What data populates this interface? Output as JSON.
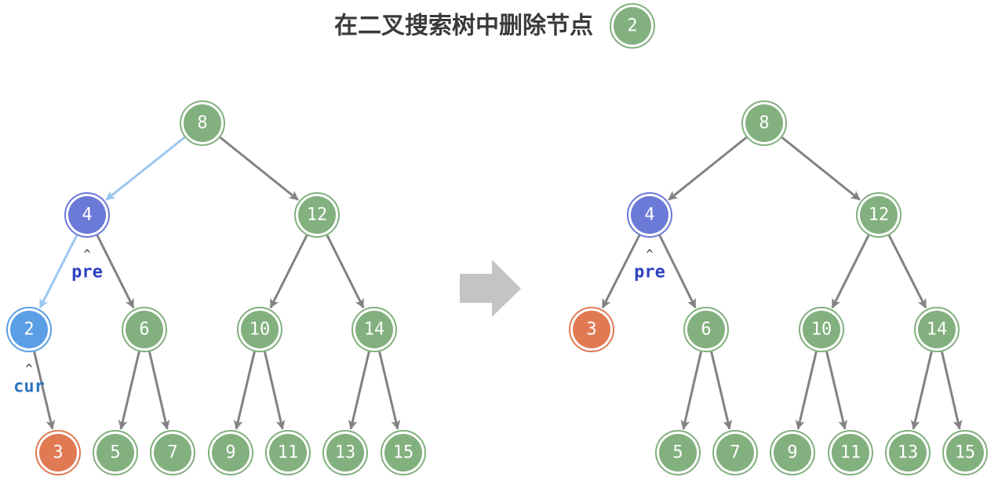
{
  "title": {
    "text": "在二叉搜索树中删除节点",
    "node_value": "2"
  },
  "colors": {
    "node": "#82b07e",
    "node_ring": "#82b07e",
    "pre": "#6b79d7",
    "cur": "#5a9ee6",
    "target": "#e07a53",
    "edge": "#828282",
    "path_edge": "#9cc7f0",
    "pre_text": "#2f42c2",
    "cur_text": "#2b74bf",
    "arrow": "#c4c4c4"
  },
  "left_tree": {
    "nodes": [
      {
        "id": "8",
        "label": "8",
        "kind": "normal"
      },
      {
        "id": "4",
        "label": "4",
        "kind": "pre"
      },
      {
        "id": "12",
        "label": "12",
        "kind": "normal"
      },
      {
        "id": "2",
        "label": "2",
        "kind": "cur"
      },
      {
        "id": "6",
        "label": "6",
        "kind": "normal"
      },
      {
        "id": "10",
        "label": "10",
        "kind": "normal"
      },
      {
        "id": "14",
        "label": "14",
        "kind": "normal"
      },
      {
        "id": "3",
        "label": "3",
        "kind": "target"
      },
      {
        "id": "5",
        "label": "5",
        "kind": "normal"
      },
      {
        "id": "7",
        "label": "7",
        "kind": "normal"
      },
      {
        "id": "9",
        "label": "9",
        "kind": "normal"
      },
      {
        "id": "11",
        "label": "11",
        "kind": "normal"
      },
      {
        "id": "13",
        "label": "13",
        "kind": "normal"
      },
      {
        "id": "15",
        "label": "15",
        "kind": "normal"
      }
    ],
    "edges": [
      {
        "from": "8",
        "to": "4",
        "style": "path"
      },
      {
        "from": "8",
        "to": "12",
        "style": "normal"
      },
      {
        "from": "4",
        "to": "2",
        "style": "path"
      },
      {
        "from": "4",
        "to": "6",
        "style": "normal"
      },
      {
        "from": "12",
        "to": "10",
        "style": "normal"
      },
      {
        "from": "12",
        "to": "14",
        "style": "normal"
      },
      {
        "from": "2",
        "to": "3",
        "style": "normal"
      },
      {
        "from": "6",
        "to": "5",
        "style": "normal"
      },
      {
        "from": "6",
        "to": "7",
        "style": "normal"
      },
      {
        "from": "10",
        "to": "9",
        "style": "normal"
      },
      {
        "from": "10",
        "to": "11",
        "style": "normal"
      },
      {
        "from": "14",
        "to": "13",
        "style": "normal"
      },
      {
        "from": "14",
        "to": "15",
        "style": "normal"
      }
    ],
    "pointers": [
      {
        "node": "4",
        "text": "pre",
        "kind": "pre"
      },
      {
        "node": "2",
        "text": "cur",
        "kind": "cur"
      }
    ]
  },
  "right_tree": {
    "nodes": [
      {
        "id": "8",
        "label": "8",
        "kind": "normal"
      },
      {
        "id": "4",
        "label": "4",
        "kind": "pre"
      },
      {
        "id": "12",
        "label": "12",
        "kind": "normal"
      },
      {
        "id": "3",
        "label": "3",
        "kind": "target"
      },
      {
        "id": "6",
        "label": "6",
        "kind": "normal"
      },
      {
        "id": "10",
        "label": "10",
        "kind": "normal"
      },
      {
        "id": "14",
        "label": "14",
        "kind": "normal"
      },
      {
        "id": "5",
        "label": "5",
        "kind": "normal"
      },
      {
        "id": "7",
        "label": "7",
        "kind": "normal"
      },
      {
        "id": "9",
        "label": "9",
        "kind": "normal"
      },
      {
        "id": "11",
        "label": "11",
        "kind": "normal"
      },
      {
        "id": "13",
        "label": "13",
        "kind": "normal"
      },
      {
        "id": "15",
        "label": "15",
        "kind": "normal"
      }
    ],
    "edges": [
      {
        "from": "8",
        "to": "4",
        "style": "normal"
      },
      {
        "from": "8",
        "to": "12",
        "style": "normal"
      },
      {
        "from": "4",
        "to": "3",
        "style": "normal"
      },
      {
        "from": "4",
        "to": "6",
        "style": "normal"
      },
      {
        "from": "12",
        "to": "10",
        "style": "normal"
      },
      {
        "from": "12",
        "to": "14",
        "style": "normal"
      },
      {
        "from": "6",
        "to": "5",
        "style": "normal"
      },
      {
        "from": "6",
        "to": "7",
        "style": "normal"
      },
      {
        "from": "10",
        "to": "9",
        "style": "normal"
      },
      {
        "from": "10",
        "to": "11",
        "style": "normal"
      },
      {
        "from": "14",
        "to": "13",
        "style": "normal"
      },
      {
        "from": "14",
        "to": "15",
        "style": "normal"
      }
    ],
    "pointers": [
      {
        "node": "4",
        "text": "pre",
        "kind": "pre"
      }
    ]
  }
}
